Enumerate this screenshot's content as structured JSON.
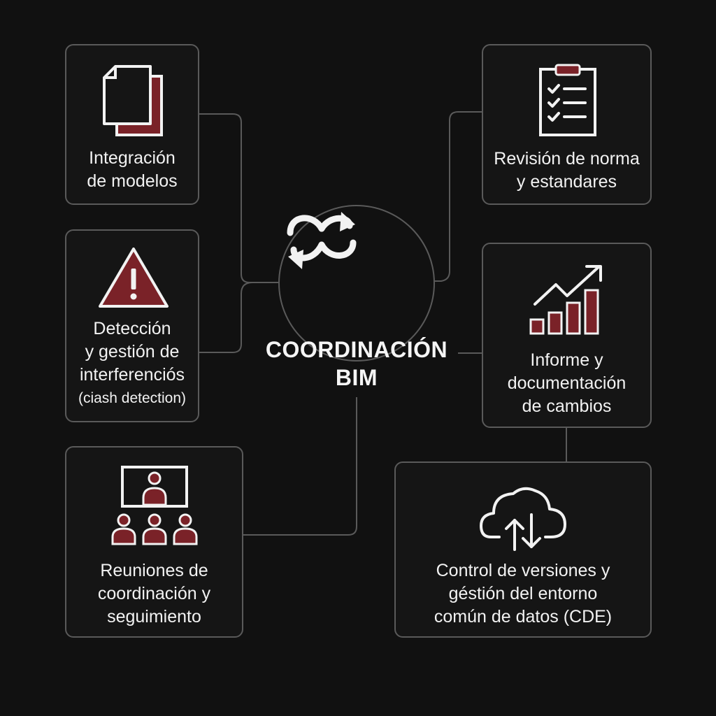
{
  "hub": {
    "title_line1": "COORDINACIÓN",
    "title_line2": "BIM",
    "icon": "sync-arrows-icon"
  },
  "nodes": {
    "integration": {
      "line1": "Integración",
      "line2": "de modelos",
      "icon": "stacked-documents-icon"
    },
    "clash": {
      "line1": "Detección",
      "line2": "y gestión de",
      "line3": "interferenciós",
      "line4": "(ciash detection)",
      "icon": "warning-triangle-icon"
    },
    "meetings": {
      "line1": "Reuniones de",
      "line2": "coordinación y",
      "line3": "seguimiento",
      "icon": "presentation-meeting-icon"
    },
    "standards": {
      "line1": "Revisión de norma",
      "line2": "y estandares",
      "icon": "clipboard-checklist-icon"
    },
    "reports": {
      "line1": "Informe y",
      "line2": "documentación",
      "line3": "de cambios",
      "icon": "growth-bar-chart-icon"
    },
    "versions": {
      "line1": "Control de versiones y",
      "line2": "géstión del entorno",
      "line3": "común de datos (CDE)",
      "icon": "cloud-sync-icon"
    }
  },
  "colors": {
    "background": "#111111",
    "border": "#5a5a5a",
    "accent": "#7a2228",
    "icon_stroke": "#f2f2f2",
    "text": "#f2f2f2"
  }
}
